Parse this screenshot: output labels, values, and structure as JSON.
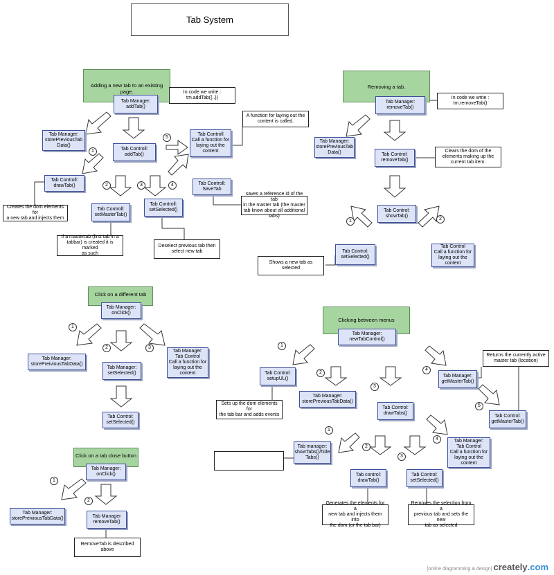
{
  "title": "Tab System",
  "sections": {
    "adding": "Adding a new tab to an existing page.",
    "removing": "Removing a tab.",
    "click_tab": "Click on a different tab",
    "close_button": "Click on a tab close button",
    "menus": "Clicking between menus"
  },
  "nodes": {
    "a_addtab": "Tab Manager:\naddTab()",
    "a_store": "Tab Manager:\nstorePreviousTab\nData()",
    "a_ctrl_addtab": "Tab Controll:\naddTab()",
    "a_ctrl_call": "Tab Controll\nCall a function for\nlaying out the\ncontent",
    "a_drawtab": "Tab Controll:\ndrawTab()",
    "a_savetab": "Tab Controll:\nSaveTab",
    "a_setmaster": "Tab Controll:\nsetMasterTab()",
    "a_setselected": "Tab Controll:\nsetSelected()",
    "r_removetab": "Tab Manager:\nremoveTab()",
    "r_store": "Tab Manager:\nstorePreviousTab\nData()",
    "r_ctrl_remove": "Tab Control:\nremoveTab()",
    "r_showtab": "Tab Control:\nshowTab()",
    "r_setselected": "Tab Control:\nsetSelected()",
    "r_call": "Tab Control\nCall a function for\nlaying out the\ncontent",
    "c_onclick": "Tab Manager:\nonClick()",
    "c_store": "Tab Manager:\nstorePreiviousTabData()",
    "c_setselected_m": "Tab Manager:\nsetSelected()",
    "c_call": "Tab Manager:\nTab Control\nCall a function for\nlaying out the\ncontent",
    "c_setselected_c": "Tab Control:\nsetSelected()",
    "x_onclick": "Tab Manager:\nonClick()",
    "x_store": "Tab Manager:\nstorePreiviousTabData()",
    "x_remove": "Tab Manager\nremoveTab()",
    "m_newtabcontrol": "Tab Manager:\nnewTabControl()",
    "m_setupui": "Tab Control:\nsetupUL()",
    "m_store": "Tab Manager:\nstorePreviousTabData()",
    "m_drawtabs": "Tab Control:\ndrawTabs()",
    "m_getmaster_m": "Tab Manager:\ngetMasterTab()",
    "m_getmaster_c": "Tab Control:\ngetMasterTab()",
    "m_showtabs": "Tab manager:\nshowTabs()/hide\nTabs()",
    "m_drawtab": "Tab control:\ndrawTab()",
    "m_setselected": "Tab Control:\nsetSelected()",
    "m_call": "Tab Manager:\nTab Control\nCall a function for\nlaying out the\ncontent"
  },
  "notes": {
    "a_code": "In code we write :\ntm.addTab({..})",
    "a_layout": "A function for laying out the\ncontent is called.",
    "a_creates": "Creates the dom elements for\na new tab and injects them",
    "a_saves": "saves a reference id of the tab\nin the master tab (the master\ntab know about all additional\ntabs)",
    "a_master": "If a mastertab (first tab in a\ntabbar) is created it is marked\nas such",
    "a_deselect": "Deselect previous tab then\nselect new tab",
    "r_code": "In code we write :\ntm.removeTab()",
    "r_clears": "Clears the dom of the\nelements making up the\ncurrent tab item.",
    "r_shows": "Shows a new tab as selected",
    "x_described": "RemoveTab is described\nabove",
    "m_returns": "Returns the currently active\nmaster tab (location)",
    "m_setsup": "Sets up the dom elements for\nthe tab bar and adds events",
    "m_empty": "",
    "m_generates": "Generates the elements for a\nnew tab and injects them into\nthe dom (or the tab bar)",
    "m_removes": "Removes the selection from a\nprevious tab and sets the new\ntab as selected"
  },
  "numbers": {
    "a1": "1",
    "a2": "2",
    "a3": "3",
    "a4": "4",
    "a5": "5",
    "r1": "1",
    "r2": "2",
    "c1": "1",
    "c2": "2",
    "c3": "3",
    "x1": "1",
    "x2": "2",
    "m1": "1",
    "m2": "2",
    "m3": "3",
    "m4": "4",
    "m5": "5",
    "m1b": "1",
    "m2b": "2",
    "m3b": "3",
    "m4b": "4"
  },
  "footer": {
    "tagline": "[online diagramming & design]",
    "brand": "creately",
    "brand_suffix": ".com"
  },
  "colors": {
    "section_fill": "#a7d5a0",
    "node_fill": "#dde4f7",
    "node_border": "#3e4f99"
  }
}
